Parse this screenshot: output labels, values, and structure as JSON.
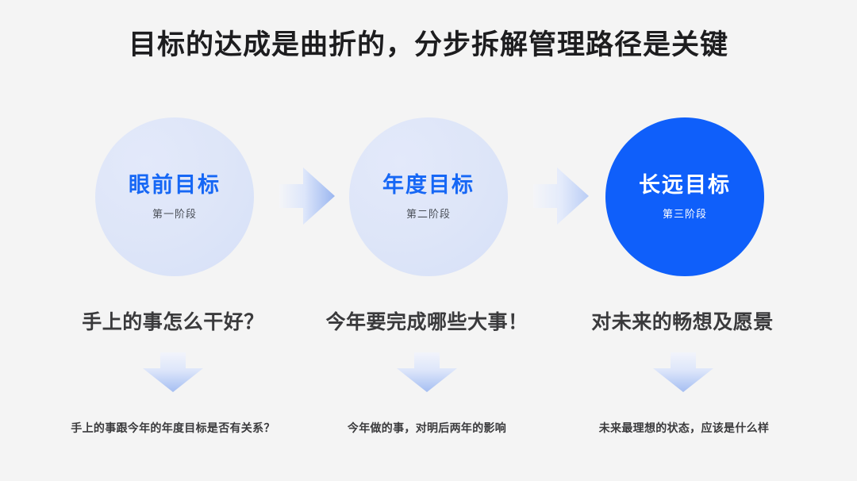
{
  "slide": {
    "title": "目标的达成是曲折的，分步拆解管理路径是关键",
    "background_color": "#f4f4f4"
  },
  "theme": {
    "accent_blue": "#0f5ffa",
    "text_blue": "#1667f5",
    "circle_light_bg": "#dde5f8",
    "heading_color": "#3a3a3c",
    "title_color": "#1d1d1f",
    "arrow_gradient_from": "#f4f5f8",
    "arrow_gradient_to": "#a8c0f2"
  },
  "stages": [
    {
      "circle_title": "眼前目标",
      "circle_sub": "第一阶段",
      "style": "light",
      "heading": "手上的事怎么干好？",
      "caption": "手上的事跟今年的年度目标是否有关系？",
      "connector_icon": "arrow-right-icon",
      "down_icon": "arrow-down-icon"
    },
    {
      "circle_title": "年度目标",
      "circle_sub": "第二阶段",
      "style": "light",
      "heading": "今年要完成哪些大事！",
      "caption": "今年做的事，对明后两年的影响",
      "connector_icon": "arrow-right-icon",
      "down_icon": "arrow-down-icon"
    },
    {
      "circle_title": "长远目标",
      "circle_sub": "第三阶段",
      "style": "solid",
      "heading": "对未来的畅想及愿景",
      "caption": "未来最理想的状态，应该是什么样",
      "connector_icon": null,
      "down_icon": "arrow-down-icon"
    }
  ]
}
